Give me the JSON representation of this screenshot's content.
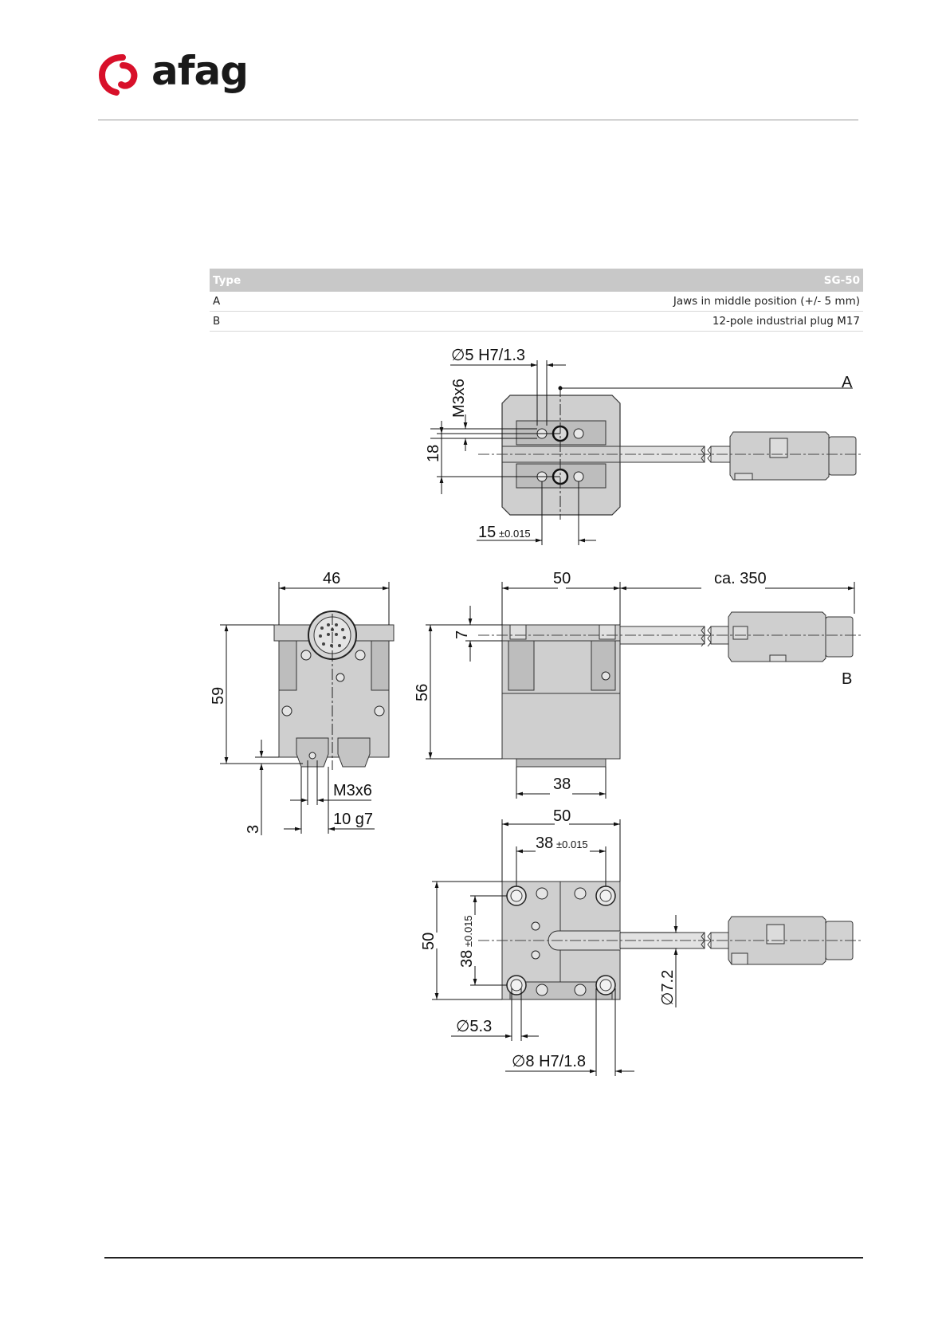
{
  "header": {
    "brand": "afag"
  },
  "spec_table": {
    "head_left": "Type",
    "head_right": "SG-50",
    "rows": [
      {
        "key": "A",
        "value": "Jaws in middle position (+/- 5 mm)"
      },
      {
        "key": "B",
        "value": "12-pole industrial plug M17"
      }
    ]
  },
  "drawing": {
    "callouts": {
      "a": "A",
      "b": "B"
    },
    "top_view": {
      "pin_dim": "∅5 H7/1.3",
      "thread": "M3x6",
      "height": "18",
      "pitch": "15",
      "pitch_tol": "±0.015"
    },
    "end_view": {
      "width": "46",
      "height": "59",
      "offset": "3",
      "thread": "M3x6",
      "jaw": "10 g7"
    },
    "side_view": {
      "length": "50",
      "cable": "ca. 350",
      "flange": "7",
      "height": "56",
      "jaw": "38"
    },
    "bottom_view": {
      "length": "50",
      "pitch_x": "38",
      "pitch_x_tol": "±0.015",
      "height": "50",
      "pitch_y": "38",
      "pitch_y_tol": "±0.015",
      "cable_dia": "∅7.2",
      "hole": "∅5.3",
      "pin": "∅8 H7/1.8"
    }
  }
}
